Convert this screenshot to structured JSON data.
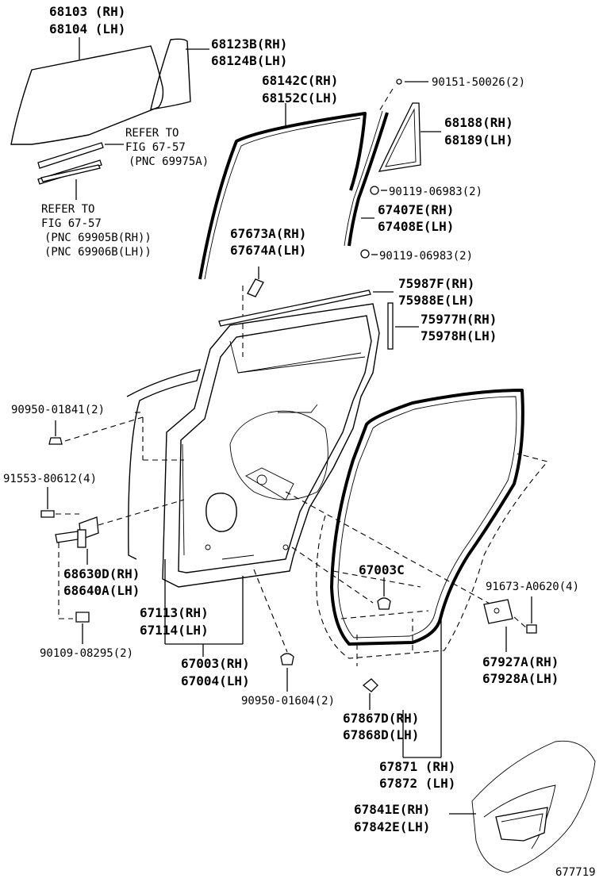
{
  "labels": {
    "glass": [
      "68103 (RH)",
      "68104 (LH)"
    ],
    "quarter_glass": [
      "68123B(RH)",
      "68124B(LH)"
    ],
    "refer1": [
      "REFER TO",
      "FIG 67-57",
      "(PNC 69975A)"
    ],
    "refer2": [
      "REFER TO",
      "FIG 67-57",
      "(PNC 69905B(RH))",
      "(PNC 69906B(LH))"
    ],
    "run_channel": [
      "68142C(RH)",
      "68152C(LH)"
    ],
    "screw_top": "90151-50026(2)",
    "corner_glass": [
      "68188(RH)",
      "68189(LH)"
    ],
    "bolt1": "90119-06983(2)",
    "division_bar": [
      "67407E(RH)",
      "67408E(LH)"
    ],
    "bolt2": "90119-06983(2)",
    "clip_top": [
      "67673A(RH)",
      "67674A(LH)"
    ],
    "belt_moulding": [
      "75987F(RH)",
      "75988E(LH)"
    ],
    "pillar_garnish": [
      "75977H(RH)",
      "75978H(LH)"
    ],
    "plug1": "90950-01841(2)",
    "bolt_hinge": "91553-80612(4)",
    "hinge": [
      "68630D(RH)",
      "68640A(LH)"
    ],
    "panel_sub": [
      "67113(RH)",
      "67114(LH)"
    ],
    "bolt_bottom": "90109-08295(2)",
    "door_panel": [
      "67003(RH)",
      "67004(LH)"
    ],
    "plug2": "90950-01604(2)",
    "plug_c": "67003C",
    "screw_right": "91673-A0620(4)",
    "striker": [
      "67927A(RH)",
      "67928A(LH)"
    ],
    "clip_bottom": [
      "67867D(RH)",
      "67868D(LH)"
    ],
    "weatherstrip": [
      "67871 (RH)",
      "67872 (LH)"
    ],
    "service_hole_cover": [
      "67841E(RH)",
      "67842E(LH)"
    ],
    "figure_number": "677719"
  }
}
